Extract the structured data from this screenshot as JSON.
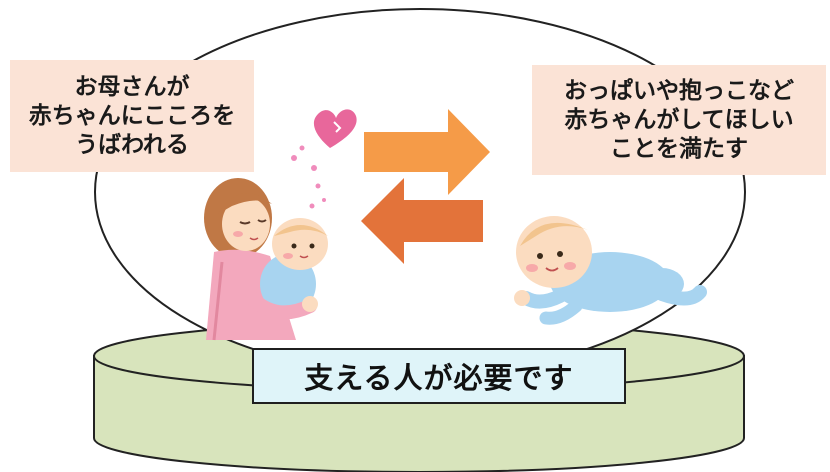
{
  "mother_label": {
    "lines": [
      "お母さんが",
      "赤ちゃんにこころを",
      "うばわれる"
    ]
  },
  "baby_label": {
    "lines": [
      "おっぱいや抱っこなど",
      "赤ちゃんがしてほしい",
      "ことを満たす"
    ]
  },
  "support_label": "支える人が必要です",
  "colors": {
    "label_bg": "#fbe3d6",
    "support_bg": "#dff4f9",
    "base_fill": "#d8e4bc",
    "arrow_right": "#f59b48",
    "arrow_left": "#e3733a"
  }
}
